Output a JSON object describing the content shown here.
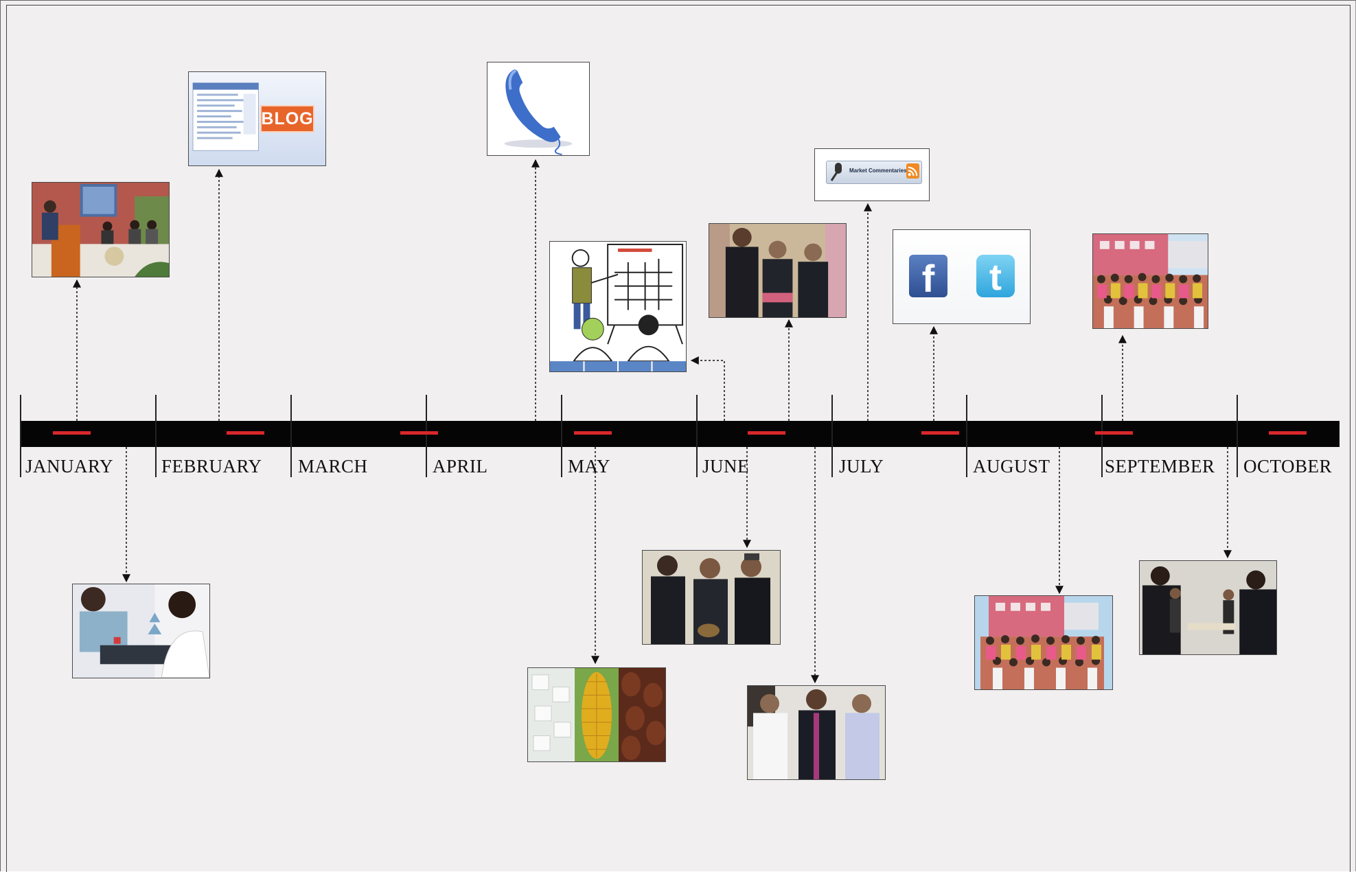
{
  "months": [
    "JANUARY",
    "FEBRUARY",
    "MARCH",
    "APRIL",
    "MAY",
    "JUNE",
    "JULY",
    "AUGUST",
    "SEPTEMBER",
    "OCTOBER"
  ],
  "thumbnails": {
    "blog": {
      "logo_text": "BLOG"
    },
    "market_commentaries": {
      "label": "Market Commentaries"
    }
  },
  "colors": {
    "timeline": "#050505",
    "marker": "#d8272b",
    "background": "#f1eff0",
    "blog_badge": "#e8652a",
    "facebook": "#3b5ca0",
    "twitter": "#45b6e6",
    "phone": "#3d6ec9",
    "rss": "#f08a24"
  },
  "icons": [
    "phone-icon",
    "facebook-icon",
    "twitter-icon",
    "rss-icon",
    "microphone-icon"
  ]
}
